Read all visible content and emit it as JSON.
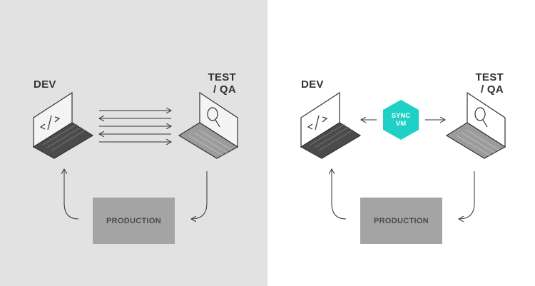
{
  "colors": {
    "left_background": "#e2e2e2",
    "right_background": "#ffffff",
    "production_fill": "#a4a4a4",
    "sync_fill": "#1ed0c6",
    "line": "#333333"
  },
  "left_scenario": {
    "dev_label": "DEV",
    "test_label_line1": "TEST",
    "test_label_line2": "/ QA",
    "production_label": "PRODUCTION",
    "dev_icon": "code-icon",
    "test_icon": "magnifier-icon"
  },
  "right_scenario": {
    "dev_label": "DEV",
    "test_label_line1": "TEST",
    "test_label_line2": "/ QA",
    "production_label": "PRODUCTION",
    "sync_line1": "SYNC",
    "sync_line2": "VM",
    "dev_icon": "code-icon",
    "test_icon": "magnifier-icon"
  }
}
